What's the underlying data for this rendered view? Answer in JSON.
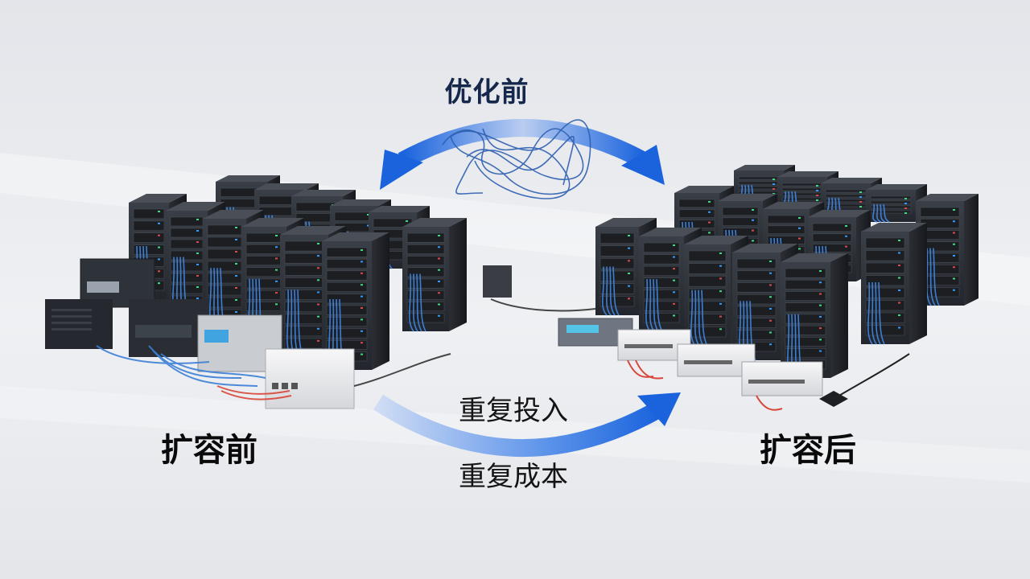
{
  "labels": {
    "top": "优化前",
    "left": "扩容前",
    "right": "扩容后",
    "middle_line1": "重复投入",
    "middle_line2": "重复成本"
  },
  "colors": {
    "background": "#e9ebef",
    "arrow_blue": "#1f6fe6",
    "rack_dark": "#2b2f36",
    "cable_blue": "#3b7fd6"
  },
  "icons": {
    "top_arrow": "double-headed-curved-arrow",
    "bottom_arrow": "curved-right-arrow",
    "tangle": "tangled-cables"
  }
}
